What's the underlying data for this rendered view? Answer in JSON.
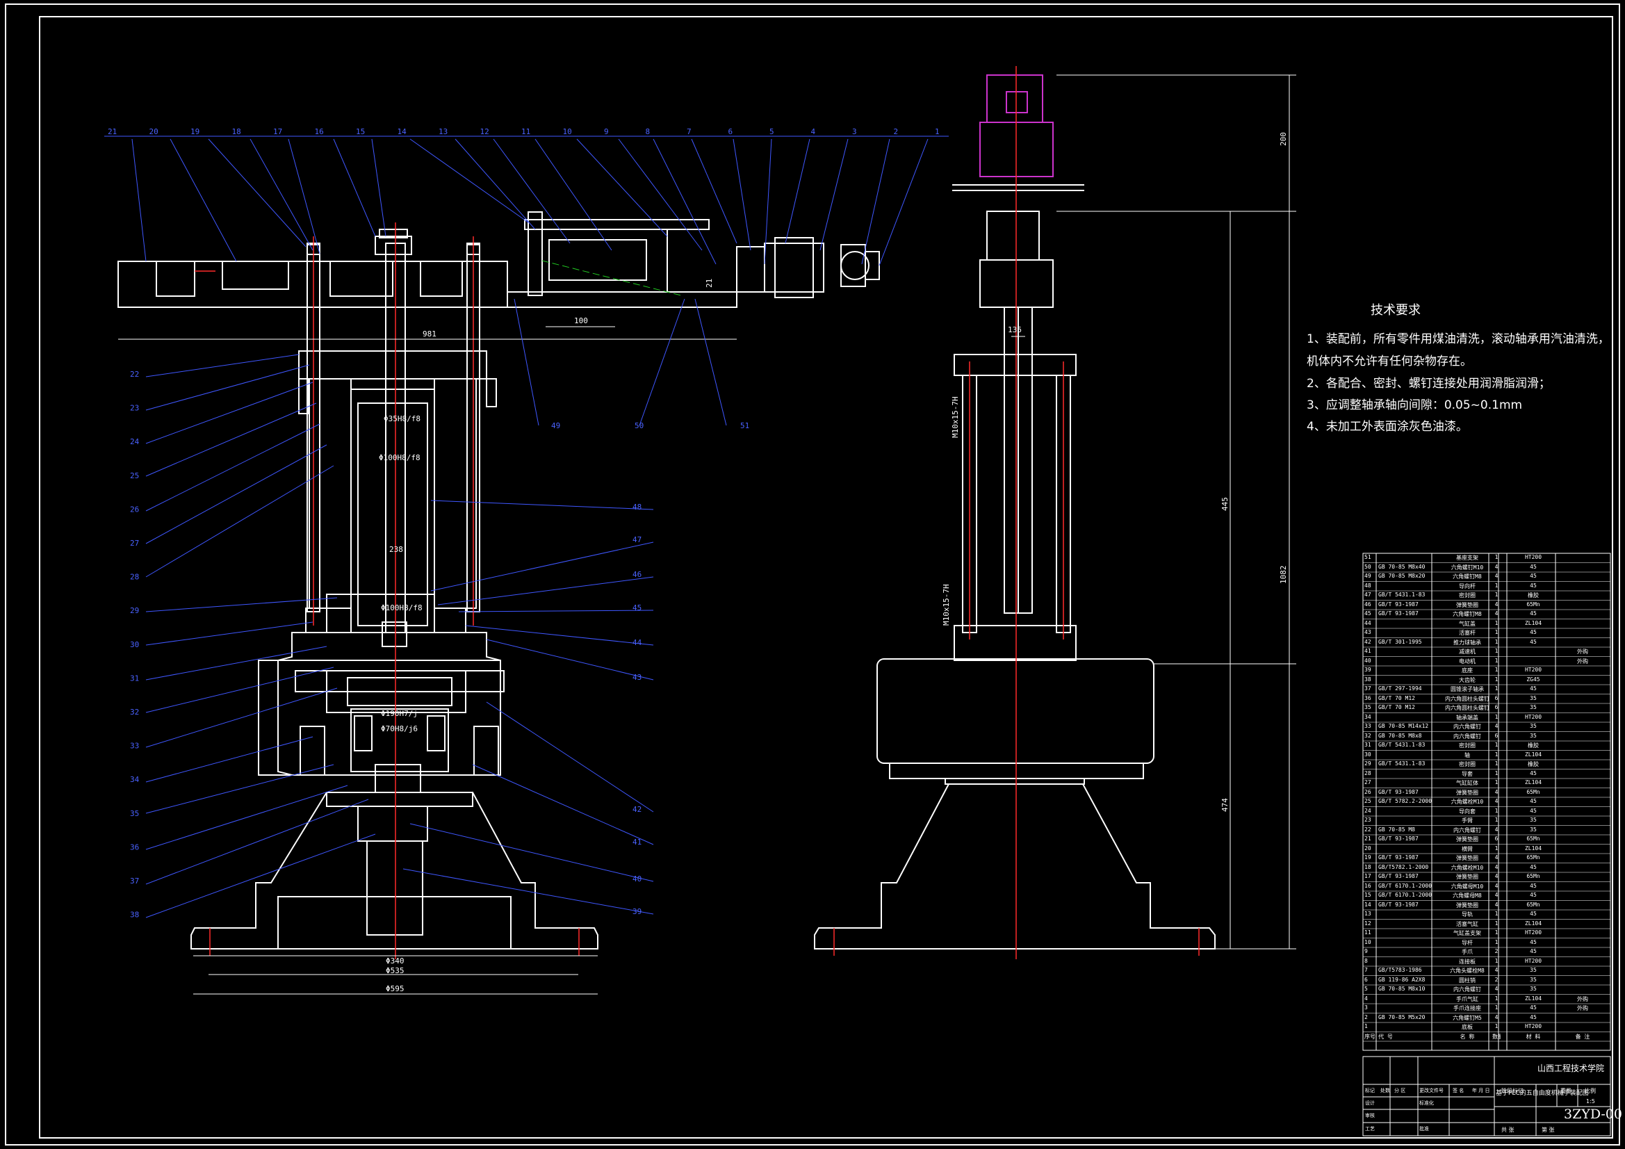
{
  "colors": {
    "background": "#000000",
    "lines": "#ffffff",
    "leaders": "#3f57ff",
    "centerlines": "#ff2a2a",
    "magenta": "#cc33cc"
  },
  "tech_requirements": {
    "title": "技术要求",
    "items": [
      "1、装配前，所有零件用煤油清洗，滚动轴承用汽油清洗，",
      "机体内不允许有任何杂物存在。",
      "2、各配合、密封、螺钉连接处用润滑脂润滑；",
      "3、应调整轴承轴向间隙：0.05~0.1mm",
      "4、未加工外表面涂灰色油漆。"
    ]
  },
  "balloons": {
    "top_row": [
      "21",
      "20",
      "19",
      "18",
      "17",
      "16",
      "15",
      "14",
      "13",
      "12",
      "11",
      "10",
      "9",
      "8",
      "7",
      "6",
      "5",
      "4",
      "3",
      "2",
      "1"
    ],
    "left_column": [
      "22",
      "23",
      "24",
      "25",
      "26",
      "27",
      "28",
      "29",
      "30",
      "31",
      "32",
      "33",
      "34",
      "35",
      "36",
      "37",
      "38"
    ],
    "right_column": [
      "48",
      "47",
      "46",
      "45",
      "44",
      "43",
      "42",
      "41",
      "40",
      "39"
    ],
    "middle": [
      "49",
      "50",
      "51"
    ]
  },
  "dimensions": {
    "stroke": "100",
    "gap": "21",
    "width_136": "136",
    "fit_1": "Φ35H8/f8",
    "fit_2": "Φ100H8/f8",
    "span_238": "238",
    "fit_3": "Φ100H8/f8",
    "fit_4": "Φ190H7/j",
    "fit_5": "Φ70H8/j6",
    "d340": "Φ340",
    "d535": "Φ535",
    "d595": "Φ595",
    "h200": "200",
    "h445": "445",
    "h1082": "1082",
    "h474": "474",
    "thread_1": "M10x15-7H",
    "thread_2": "M10x15-7H",
    "len_top": "981"
  },
  "bom": {
    "rows": [
      {
        "no": "51",
        "code": "",
        "name": "基座支架",
        "qty": "1",
        "mat": "HT200",
        "note": ""
      },
      {
        "no": "50",
        "code": "GB 70-85 M8x40",
        "name": "六角螺钉M10",
        "qty": "4",
        "mat": "45",
        "note": ""
      },
      {
        "no": "49",
        "code": "GB 70-85 M8x20",
        "name": "六角螺钉M8",
        "qty": "4",
        "mat": "45",
        "note": ""
      },
      {
        "no": "48",
        "code": "",
        "name": "导向杆",
        "qty": "1",
        "mat": "45",
        "note": ""
      },
      {
        "no": "47",
        "code": "GB/T 5431.1-83",
        "name": "密封圈",
        "qty": "1",
        "mat": "橡胶",
        "note": ""
      },
      {
        "no": "46",
        "code": "GB/T 93-1987",
        "name": "弹簧垫圈",
        "qty": "4",
        "mat": "65Mn",
        "note": ""
      },
      {
        "no": "45",
        "code": "GB/T 93-1987",
        "name": "六角螺钉M8",
        "qty": "4",
        "mat": "45",
        "note": ""
      },
      {
        "no": "44",
        "code": "",
        "name": "气缸盖",
        "qty": "1",
        "mat": "ZL104",
        "note": ""
      },
      {
        "no": "43",
        "code": "",
        "name": "活塞杆",
        "qty": "1",
        "mat": "45",
        "note": ""
      },
      {
        "no": "42",
        "code": "GB/T 301-1995",
        "name": "推力球轴承",
        "qty": "1",
        "mat": "45",
        "note": ""
      },
      {
        "no": "41",
        "code": "",
        "name": "减速机",
        "qty": "1",
        "mat": "",
        "note": "外购"
      },
      {
        "no": "40",
        "code": "",
        "name": "电动机",
        "qty": "1",
        "mat": "",
        "note": "外购"
      },
      {
        "no": "39",
        "code": "",
        "name": "底座",
        "qty": "1",
        "mat": "HT200",
        "note": ""
      },
      {
        "no": "38",
        "code": "",
        "name": "大齿轮",
        "qty": "1",
        "mat": "ZG45",
        "note": ""
      },
      {
        "no": "37",
        "code": "GB/T 297-1994",
        "name": "圆锥滚子轴承",
        "qty": "1",
        "mat": "45",
        "note": ""
      },
      {
        "no": "36",
        "code": "GB/T 70 M12",
        "name": "内六角圆柱头螺钉",
        "qty": "6",
        "mat": "35",
        "note": ""
      },
      {
        "no": "35",
        "code": "GB/T 70 M12",
        "name": "内六角圆柱头螺钉",
        "qty": "6",
        "mat": "35",
        "note": ""
      },
      {
        "no": "34",
        "code": "",
        "name": "轴承端盖",
        "qty": "1",
        "mat": "HT200",
        "note": ""
      },
      {
        "no": "33",
        "code": "GB 70-85 M14x12",
        "name": "内六角螺钉",
        "qty": "4",
        "mat": "35",
        "note": ""
      },
      {
        "no": "32",
        "code": "GB 70-85 M8x8",
        "name": "内六角螺钉",
        "qty": "6",
        "mat": "35",
        "note": ""
      },
      {
        "no": "31",
        "code": "GB/T 5431.1-83",
        "name": "密封圈",
        "qty": "1",
        "mat": "橡胶",
        "note": ""
      },
      {
        "no": "30",
        "code": "",
        "name": "轴",
        "qty": "1",
        "mat": "ZL104",
        "note": ""
      },
      {
        "no": "29",
        "code": "GB/T 5431.1-83",
        "name": "密封圈",
        "qty": "1",
        "mat": "橡胶",
        "note": ""
      },
      {
        "no": "28",
        "code": "",
        "name": "导套",
        "qty": "1",
        "mat": "45",
        "note": ""
      },
      {
        "no": "27",
        "code": "",
        "name": "气缸缸体",
        "qty": "1",
        "mat": "ZL104",
        "note": ""
      },
      {
        "no": "26",
        "code": "GB/T 93-1987",
        "name": "弹簧垫圈",
        "qty": "4",
        "mat": "65Mn",
        "note": ""
      },
      {
        "no": "25",
        "code": "GB/T 5782.2-2000",
        "name": "六角螺栓M10",
        "qty": "4",
        "mat": "45",
        "note": ""
      },
      {
        "no": "24",
        "code": "",
        "name": "导向套",
        "qty": "1",
        "mat": "45",
        "note": ""
      },
      {
        "no": "23",
        "code": "",
        "name": "手臂",
        "qty": "1",
        "mat": "35",
        "note": ""
      },
      {
        "no": "22",
        "code": "GB 70-85 M8",
        "name": "内六角螺钉",
        "qty": "4",
        "mat": "35",
        "note": ""
      },
      {
        "no": "21",
        "code": "GB/T 93-1987",
        "name": "弹簧垫圈",
        "qty": "6",
        "mat": "65Mn",
        "note": ""
      },
      {
        "no": "20",
        "code": "",
        "name": "横臂",
        "qty": "1",
        "mat": "ZL104",
        "note": ""
      },
      {
        "no": "19",
        "code": "GB/T 93-1987",
        "name": "弹簧垫圈",
        "qty": "4",
        "mat": "65Mn",
        "note": ""
      },
      {
        "no": "18",
        "code": "GB/T5782.1-2000",
        "name": "六角螺栓M10",
        "qty": "4",
        "mat": "45",
        "note": ""
      },
      {
        "no": "17",
        "code": "GB/T 93-1987",
        "name": "弹簧垫圈",
        "qty": "4",
        "mat": "65Mn",
        "note": ""
      },
      {
        "no": "16",
        "code": "GB/T 6170.1-2000",
        "name": "六角螺母M10",
        "qty": "4",
        "mat": "45",
        "note": ""
      },
      {
        "no": "15",
        "code": "GB/T 6170.1-2000",
        "name": "六角螺母M8",
        "qty": "4",
        "mat": "45",
        "note": ""
      },
      {
        "no": "14",
        "code": "GB/T 93-1987",
        "name": "弹簧垫圈",
        "qty": "4",
        "mat": "65Mn",
        "note": ""
      },
      {
        "no": "13",
        "code": "",
        "name": "导轨",
        "qty": "1",
        "mat": "45",
        "note": ""
      },
      {
        "no": "12",
        "code": "",
        "name": "活塞气缸",
        "qty": "1",
        "mat": "ZL104",
        "note": ""
      },
      {
        "no": "11",
        "code": "",
        "name": "气缸盖支架",
        "qty": "1",
        "mat": "HT200",
        "note": ""
      },
      {
        "no": "10",
        "code": "",
        "name": "导杆",
        "qty": "1",
        "mat": "45",
        "note": ""
      },
      {
        "no": "9",
        "code": "",
        "name": "手爪",
        "qty": "2",
        "mat": "45",
        "note": ""
      },
      {
        "no": "8",
        "code": "",
        "name": "连接板",
        "qty": "1",
        "mat": "HT200",
        "note": ""
      },
      {
        "no": "7",
        "code": "GB/T5783-1986",
        "name": "六角头螺栓M8",
        "qty": "4",
        "mat": "35",
        "note": ""
      },
      {
        "no": "6",
        "code": "GB 119-86 A2X8",
        "name": "圆柱销",
        "qty": "2",
        "mat": "35",
        "note": ""
      },
      {
        "no": "5",
        "code": "GB 70-85 M8x10",
        "name": "内六角螺钉",
        "qty": "4",
        "mat": "35",
        "note": ""
      },
      {
        "no": "4",
        "code": "",
        "name": "手爪气缸",
        "qty": "1",
        "mat": "ZL104",
        "note": "外购"
      },
      {
        "no": "3",
        "code": "",
        "name": "手爪连接座",
        "qty": "1",
        "mat": "45",
        "note": "外购"
      },
      {
        "no": "2",
        "code": "GB 70-85 M5x20",
        "name": "六角螺钉M5",
        "qty": "4",
        "mat": "45",
        "note": ""
      },
      {
        "no": "1",
        "code": "",
        "name": "底板",
        "qty": "1",
        "mat": "HT200",
        "note": ""
      }
    ],
    "header": {
      "no": "序号",
      "code": "代 号",
      "name": "名 称",
      "qty": "数量",
      "mat": "材 料",
      "note": "备 注"
    }
  },
  "title_block": {
    "school": "山西工程技术学院",
    "title": "基于PLC的五自由度机械手装配图",
    "drawing_no": "3ZYD-00",
    "scale": "1:5",
    "labels": {
      "mark": "标记",
      "count": "处数",
      "zone": "分 区",
      "change_doc": "更改文件号",
      "sign": "签 名",
      "date": "年 月 日",
      "design": "设计",
      "std": "标准化",
      "review": "审核",
      "craft": "工艺",
      "approve": "批准",
      "stage_mark": "阶段标记",
      "weight": "重量",
      "ratio": "比例",
      "sheet_total": "共  张",
      "sheet_no": "第  张"
    }
  }
}
